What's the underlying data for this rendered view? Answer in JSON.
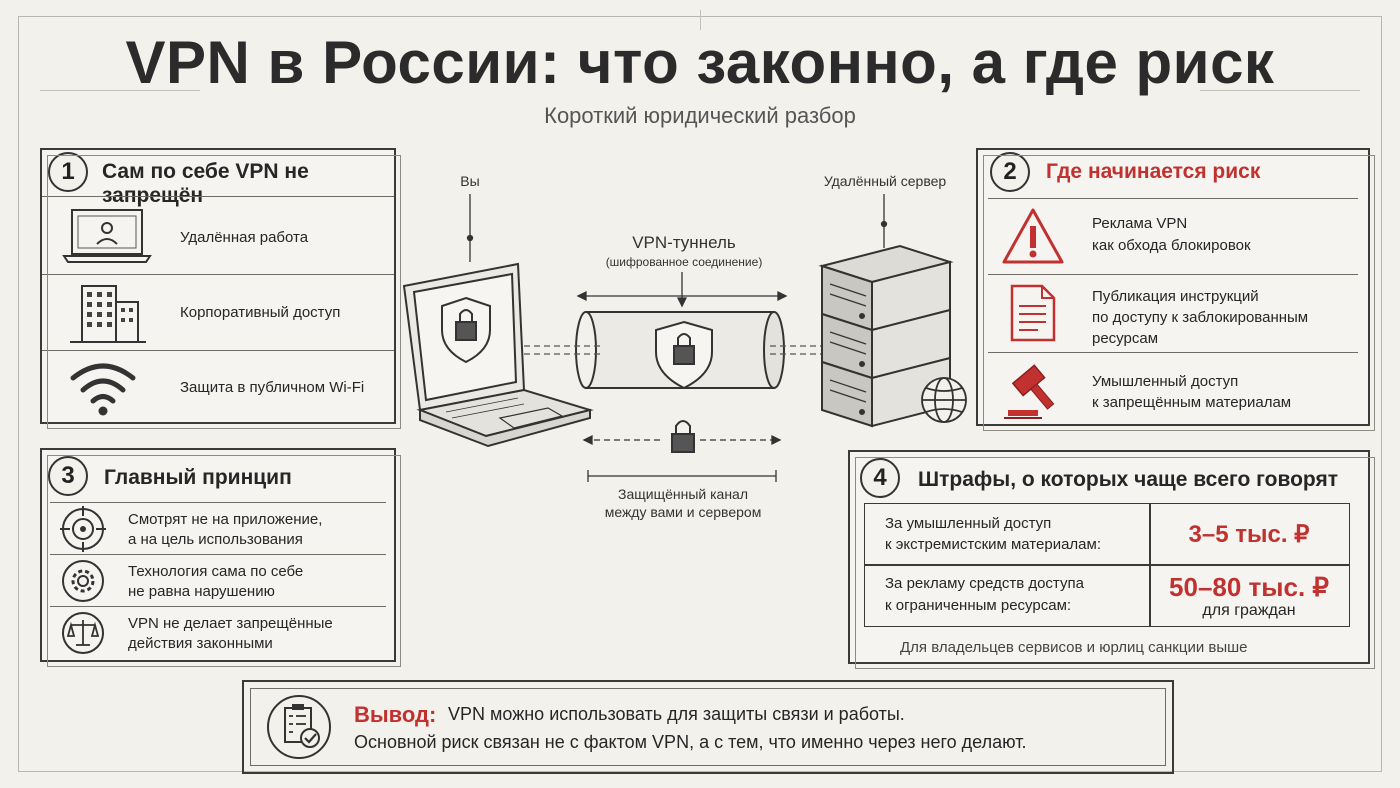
{
  "header": {
    "title": "VPN в России: что законно, а где риск",
    "subtitle": "Короткий юридический разбор"
  },
  "section1": {
    "number": "1",
    "title": "Сам по себе VPN не запрещён",
    "items": [
      {
        "label": "Удалённая работа",
        "icon": "laptop-user-icon"
      },
      {
        "label": "Корпоративный доступ",
        "icon": "office-building-icon"
      },
      {
        "label": "Защита в публичном Wi-Fi",
        "icon": "wifi-icon"
      }
    ]
  },
  "section2": {
    "number": "2",
    "title": "Где начинается риск",
    "items": [
      {
        "line1": "Реклама VPN",
        "line2": "как обхода блокировок",
        "icon": "warning-triangle-icon"
      },
      {
        "line1": "Публикация инструкций",
        "line2": "по доступу к заблокированным",
        "line3": "ресурсам",
        "icon": "document-icon"
      },
      {
        "line1": "Умышленный доступ",
        "line2": "к запрещённым материалам",
        "icon": "gavel-icon"
      }
    ]
  },
  "section3": {
    "number": "3",
    "title": "Главный принцип",
    "items": [
      {
        "line1": "Смотрят не на приложение,",
        "line2": "а на цель использования",
        "icon": "target-icon"
      },
      {
        "line1": "Технология сама по себе",
        "line2": "не равна нарушению",
        "icon": "gear-icon"
      },
      {
        "line1": "VPN не делает запрещённые",
        "line2": "действия законными",
        "icon": "scales-icon"
      }
    ]
  },
  "section4": {
    "number": "4",
    "title": "Штрафы, о которых чаще всего говорят",
    "rows": [
      {
        "line1": "За умышленный доступ",
        "line2": "к экстремистским материалам:",
        "amount": "3–5 тыс. ₽",
        "note": ""
      },
      {
        "line1": "За рекламу средств доступа",
        "line2": "к ограниченным ресурсам:",
        "amount": "50–80 тыс. ₽",
        "note": "для граждан"
      }
    ],
    "footnote": "Для владельцев сервисов и юрлиц санкции выше"
  },
  "diagram": {
    "you_label": "Вы",
    "server_label": "Удалённый сервер",
    "tunnel_label": "VPN-туннель",
    "tunnel_sublabel": "(шифрованное соединение)",
    "channel_line1": "Защищённый канал",
    "channel_line2": "между вами и сервером"
  },
  "conclusion": {
    "label": "Вывод:",
    "line1": "VPN можно использовать для защиты связи и работы.",
    "line2": "Основной риск связан не с фактом VPN, а с тем, что именно через него делают."
  },
  "colors": {
    "accent_red": "#c0312f",
    "ink": "#2b2b2b",
    "paper": "#f3f1ec"
  }
}
